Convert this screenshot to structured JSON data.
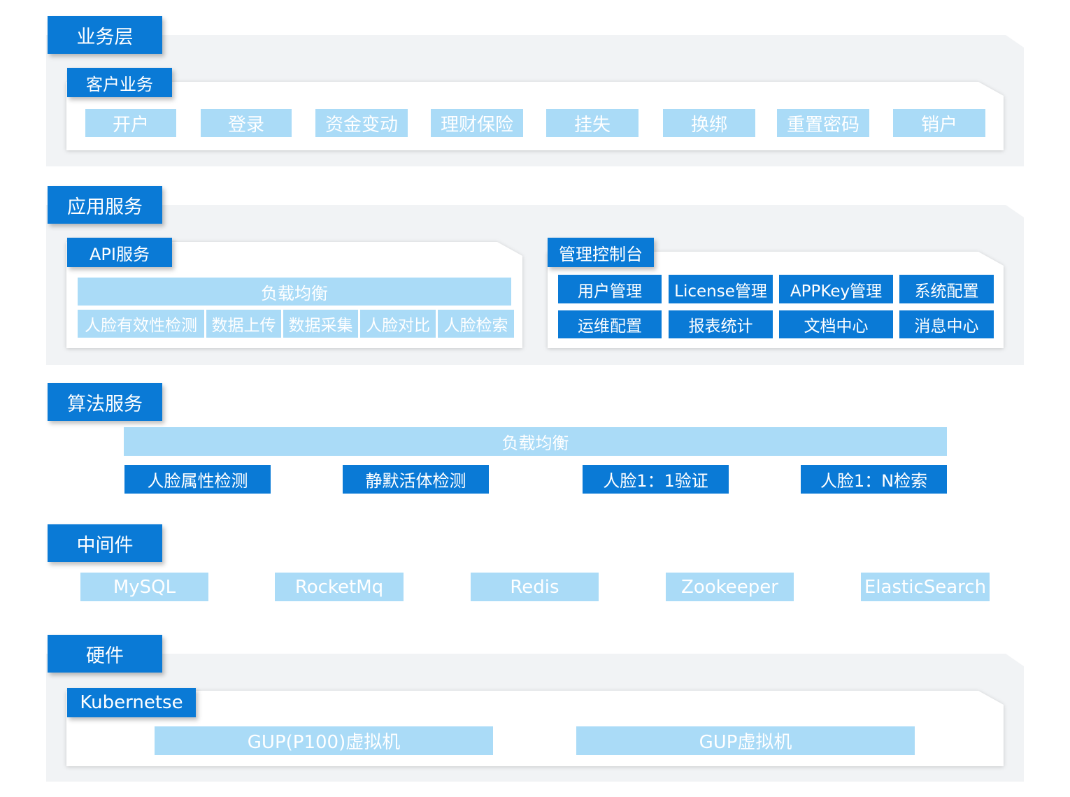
{
  "layers": {
    "business": {
      "title": "业务层",
      "group_title": "客户业务",
      "items": [
        "开户",
        "登录",
        "资金变动",
        "理财保险",
        "挂失",
        "换绑",
        "重置密码",
        "销户"
      ]
    },
    "app": {
      "title": "应用服务",
      "api": {
        "title": "API服务",
        "lb": "负载均衡",
        "items": [
          "人脸有效性检测",
          "数据上传",
          "数据采集",
          "人脸对比",
          "人脸检索"
        ]
      },
      "console": {
        "title": "管理控制台",
        "items": [
          "用户管理",
          "License管理",
          "APPKey管理",
          "系统配置",
          "运维配置",
          "报表统计",
          "文档中心",
          "消息中心"
        ]
      }
    },
    "algo": {
      "title": "算法服务",
      "lb": "负载均衡",
      "items": [
        "人脸属性检测",
        "静默活体检测",
        "人脸1：1验证",
        "人脸1：N检索"
      ]
    },
    "middleware": {
      "title": "中间件",
      "items": [
        "MySQL",
        "RocketMq",
        "Redis",
        "Zookeeper",
        "ElasticSearch"
      ]
    },
    "hardware": {
      "title": "硬件",
      "group_title": "Kubernetse",
      "items": [
        "GUP(P100)虚拟机",
        "GUP虚拟机"
      ]
    }
  },
  "colors": {
    "primary_blue": "#0a7ad6",
    "light_blue": "#aadbf7",
    "panel_grey": "#f1f3f5",
    "white": "#ffffff"
  }
}
